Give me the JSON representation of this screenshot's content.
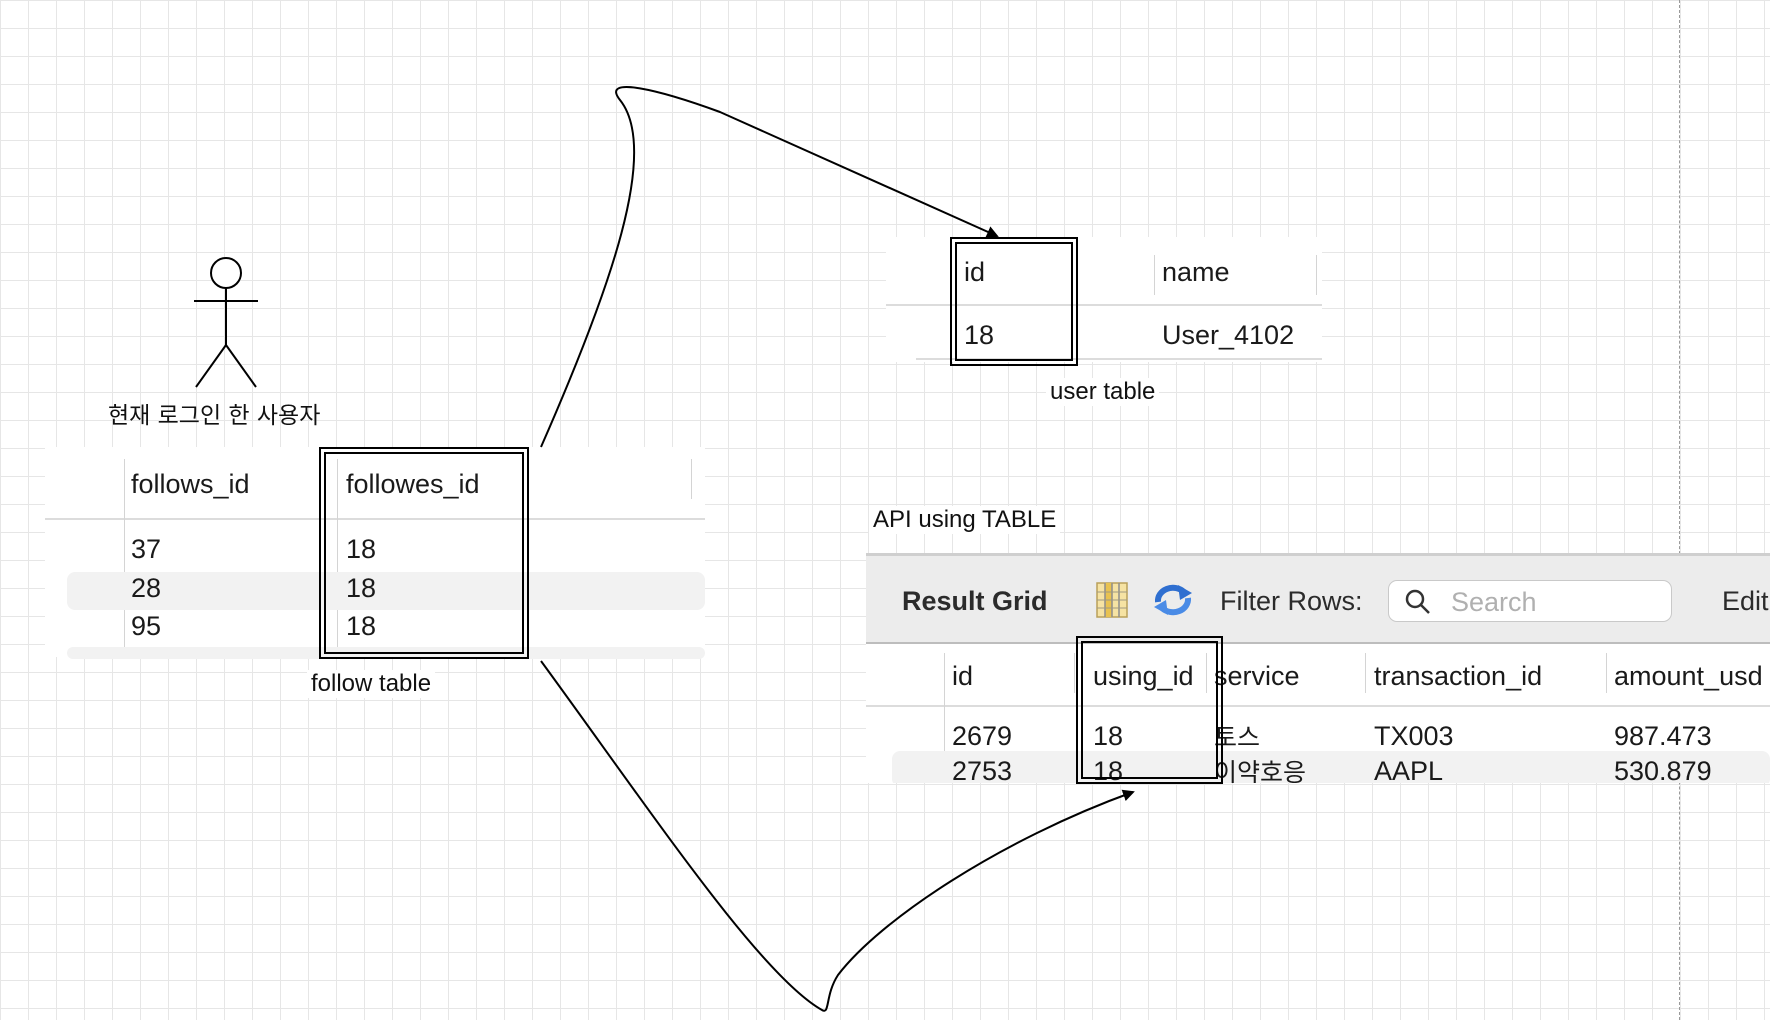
{
  "actor": {
    "label": "현재 로그인 한 사용자"
  },
  "follow_table": {
    "caption": "follow table",
    "columns": [
      "follows_id",
      "followes_id"
    ],
    "rows": [
      [
        "37",
        "18"
      ],
      [
        "28",
        "18"
      ],
      [
        "95",
        "18"
      ]
    ]
  },
  "user_table": {
    "caption": "user table",
    "columns": [
      "id",
      "name"
    ],
    "rows": [
      [
        "18",
        "User_4102"
      ]
    ]
  },
  "api_table": {
    "caption": "API using TABLE",
    "toolbar": {
      "title": "Result Grid",
      "filter_label": "Filter Rows:",
      "search_placeholder": "Search",
      "edit_label": "Edit"
    },
    "columns": [
      "id",
      "using_id",
      "service",
      "transaction_id",
      "amount_usd"
    ],
    "rows": [
      [
        "2679",
        "18",
        "토스",
        "TX003",
        "987.473"
      ],
      [
        "2753",
        "18",
        "이약호응",
        "AAPL",
        "530.879"
      ]
    ]
  },
  "colors": {
    "grid_line": "#e6e6e6",
    "frame": "#000000",
    "icon_blue": "#2f6fd0",
    "icon_yellow": "#e8c250"
  }
}
